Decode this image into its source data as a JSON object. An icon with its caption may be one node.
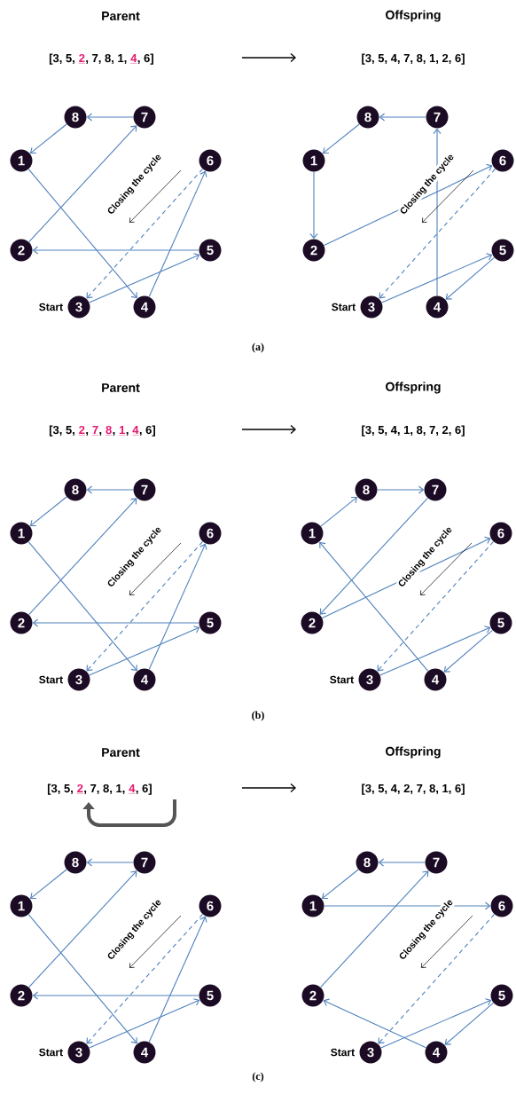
{
  "diagram": {
    "nodes": [
      {
        "text": [
          "1"
        ]
      },
      {
        "text": [
          "2"
        ]
      },
      {
        "text": [
          "3"
        ],
        "beside": [
          "Start"
        ]
      },
      {
        "text": [
          "4"
        ]
      },
      {
        "text": [
          "5"
        ]
      },
      {
        "text": [
          "6"
        ]
      },
      {
        "text": [
          "7"
        ]
      },
      {
        "text": [
          "8"
        ]
      },
      {
        "text": [
          "1"
        ]
      },
      {
        "text": [
          "2"
        ]
      },
      {
        "text": [
          "3"
        ],
        "beside": [
          "Start"
        ]
      },
      {
        "text": [
          "4"
        ]
      },
      {
        "text": [
          "5"
        ]
      },
      {
        "text": [
          "6"
        ]
      },
      {
        "text": [
          "7"
        ]
      },
      {
        "text": [
          "8"
        ]
      },
      {
        "text": [
          "1"
        ]
      },
      {
        "text": [
          "2"
        ]
      },
      {
        "text": [
          "3"
        ],
        "beside": [
          "Start"
        ]
      },
      {
        "text": [
          "4"
        ]
      },
      {
        "text": [
          "5"
        ]
      },
      {
        "text": [
          "6"
        ]
      },
      {
        "text": [
          "7"
        ]
      },
      {
        "text": [
          "8"
        ]
      },
      {
        "text": [
          "1"
        ]
      },
      {
        "text": [
          "2"
        ]
      },
      {
        "text": [
          "3"
        ],
        "beside": [
          "Start"
        ]
      },
      {
        "text": [
          "4"
        ]
      },
      {
        "text": [
          "5"
        ]
      },
      {
        "text": [
          "6"
        ]
      },
      {
        "text": [
          "7"
        ]
      },
      {
        "text": [
          "8"
        ]
      },
      {
        "text": [
          "1"
        ]
      },
      {
        "text": [
          "2"
        ]
      },
      {
        "text": [
          "3"
        ],
        "beside": [
          "Start"
        ]
      },
      {
        "text": [
          "4"
        ]
      },
      {
        "text": [
          "5"
        ]
      },
      {
        "text": [
          "6"
        ]
      },
      {
        "text": [
          "7"
        ]
      },
      {
        "text": [
          "8"
        ]
      },
      {
        "text": [
          "1"
        ]
      },
      {
        "text": [
          "2"
        ]
      },
      {
        "text": [
          "3"
        ],
        "beside": [
          "Start"
        ]
      },
      {
        "text": [
          "4"
        ]
      },
      {
        "text": [
          "5"
        ]
      },
      {
        "text": [
          "6"
        ]
      },
      {
        "text": [
          "7"
        ]
      },
      {
        "text": [
          "8"
        ]
      }
    ],
    "edges": [
      {
        "from": 2,
        "to": 4,
        "arrow": "to"
      },
      {
        "from": 4,
        "to": 1,
        "arrow": "to"
      },
      {
        "from": 1,
        "to": 6,
        "arrow": "to"
      },
      {
        "from": 6,
        "to": 7,
        "arrow": "to"
      },
      {
        "from": 7,
        "to": 0,
        "arrow": "to"
      },
      {
        "from": 0,
        "to": 3,
        "arrow": "to"
      },
      {
        "from": 3,
        "to": 5,
        "arrow": "to"
      },
      {
        "from": 5,
        "to": 2,
        "arrow": "to",
        "style": "dashed",
        "label": "Closing the cycle"
      },
      {
        "from": 10,
        "to": 12,
        "arrow": "to"
      },
      {
        "from": 12,
        "to": 11,
        "arrow": "to"
      },
      {
        "from": 11,
        "to": 14,
        "arrow": "to"
      },
      {
        "from": 14,
        "to": 15,
        "arrow": "to"
      },
      {
        "from": 15,
        "to": 8,
        "arrow": "to"
      },
      {
        "from": 8,
        "to": 9,
        "arrow": "to"
      },
      {
        "from": 9,
        "to": 13,
        "arrow": "to"
      },
      {
        "from": 13,
        "to": 10,
        "arrow": "to",
        "style": "dashed",
        "label": "Closing the cycle"
      },
      {
        "from": 18,
        "to": 20,
        "arrow": "to"
      },
      {
        "from": 20,
        "to": 17,
        "arrow": "to"
      },
      {
        "from": 17,
        "to": 22,
        "arrow": "to"
      },
      {
        "from": 22,
        "to": 23,
        "arrow": "to"
      },
      {
        "from": 23,
        "to": 16,
        "arrow": "to"
      },
      {
        "from": 16,
        "to": 19,
        "arrow": "to"
      },
      {
        "from": 19,
        "to": 21,
        "arrow": "to"
      },
      {
        "from": 21,
        "to": 18,
        "arrow": "to",
        "style": "dashed",
        "label": "Closing the cycle"
      },
      {
        "from": 26,
        "to": 28,
        "arrow": "to"
      },
      {
        "from": 28,
        "to": 27,
        "arrow": "to"
      },
      {
        "from": 27,
        "to": 24,
        "arrow": "to"
      },
      {
        "from": 24,
        "to": 31,
        "arrow": "to"
      },
      {
        "from": 31,
        "to": 30,
        "arrow": "to"
      },
      {
        "from": 30,
        "to": 25,
        "arrow": "to"
      },
      {
        "from": 25,
        "to": 29,
        "arrow": "to"
      },
      {
        "from": 29,
        "to": 26,
        "arrow": "to",
        "style": "dashed",
        "label": "Closing the cycle"
      },
      {
        "from": 34,
        "to": 36,
        "arrow": "to"
      },
      {
        "from": 36,
        "to": 33,
        "arrow": "to"
      },
      {
        "from": 33,
        "to": 38,
        "arrow": "to"
      },
      {
        "from": 38,
        "to": 39,
        "arrow": "to"
      },
      {
        "from": 39,
        "to": 32,
        "arrow": "to"
      },
      {
        "from": 32,
        "to": 35,
        "arrow": "to"
      },
      {
        "from": 35,
        "to": 37,
        "arrow": "to"
      },
      {
        "from": 37,
        "to": 34,
        "arrow": "to",
        "style": "dashed",
        "label": "Closing the cycle"
      },
      {
        "from": 42,
        "to": 44,
        "arrow": "to"
      },
      {
        "from": 44,
        "to": 43,
        "arrow": "to"
      },
      {
        "from": 43,
        "to": 41,
        "arrow": "to"
      },
      {
        "from": 41,
        "to": 46,
        "arrow": "to"
      },
      {
        "from": 46,
        "to": 47,
        "arrow": "to"
      },
      {
        "from": 47,
        "to": 40,
        "arrow": "to"
      },
      {
        "from": 40,
        "to": 45,
        "arrow": "to"
      },
      {
        "from": 45,
        "to": 42,
        "arrow": "to",
        "style": "dashed",
        "label": "Closing the cycle"
      }
    ],
    "labels": [
      "Parent",
      "[3, 5,",
      "2",
      ", 7, 8, 1,",
      "4",
      ", 6]",
      "Offspring",
      "[3, 5, 4, 7, 8, 1, 2, 6]",
      "(a)",
      "Parent",
      "[3, 5,",
      "2",
      ",",
      "7",
      ",",
      "8",
      ",",
      "1",
      ",",
      "4",
      ", 6]",
      "Offspring",
      "[3, 5, 4, 1, 8, 7, 2, 6]",
      "(b)",
      "Parent",
      "[3, 5,",
      "2",
      ", 7, 8, 1,",
      "4",
      ", 6]",
      "Offspring",
      "[3, 5, 4, 2, 7, 8, 1, 6]",
      "(c)"
    ]
  }
}
